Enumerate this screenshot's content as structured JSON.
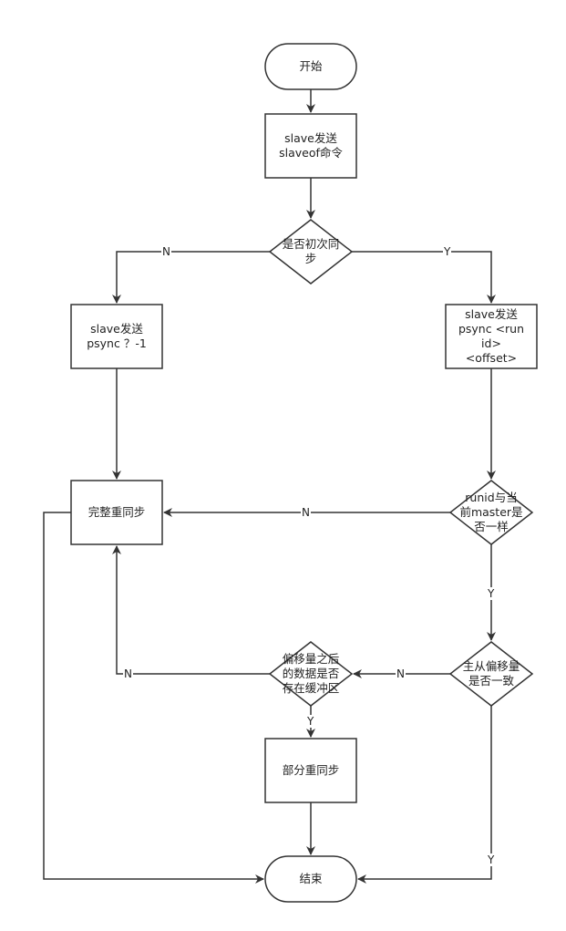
{
  "nodes": {
    "start": "开始",
    "send_slaveof": "slave发送\nslaveof命令",
    "is_first_sync": "是否初次同\n步",
    "send_psync_first": "slave发送\npsync ？-1",
    "send_psync_run": "slave发送\npsync <run\nid>\n<offset>",
    "full_resync": "完整重同步",
    "runid_match": "runid与当\n前master是\n否一样",
    "offset_match": "主从偏移量\n是否一致",
    "buffer_check": "偏移量之后\n的数据是否\n存在缓冲区",
    "partial_resync": "部分重同步",
    "end": "结束"
  },
  "edge_labels": {
    "first_sync_no": "N",
    "first_sync_yes": "Y",
    "runid_no": "N",
    "runid_yes": "Y",
    "offset_no": "N",
    "offset_yes": "Y",
    "buffer_no": "N",
    "buffer_yes": "Y"
  },
  "colors": {
    "stroke": "#333333",
    "text": "#222222",
    "background": "#ffffff"
  }
}
